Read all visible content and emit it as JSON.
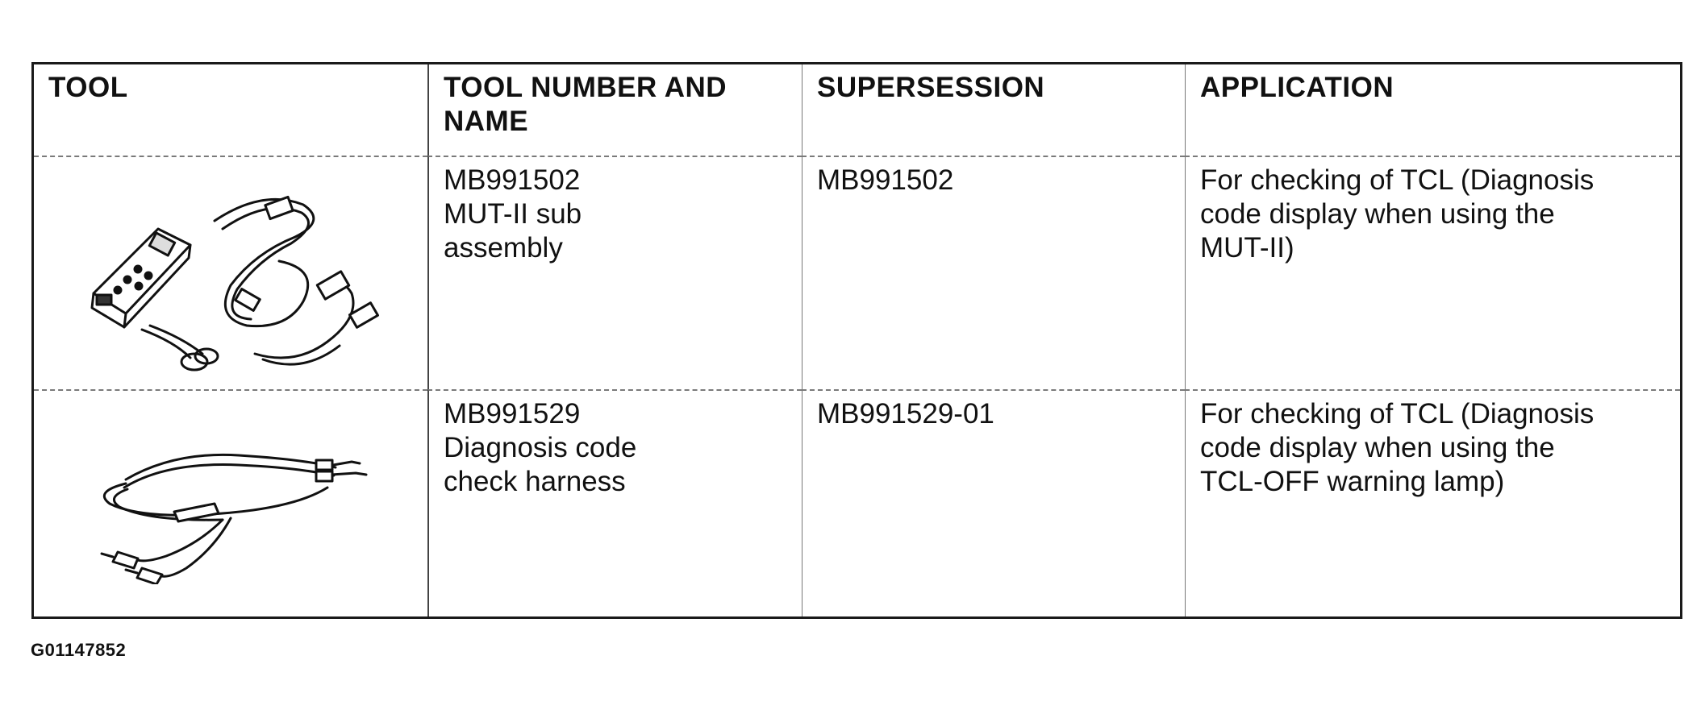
{
  "table": {
    "headers": {
      "tool": "TOOL",
      "number_name": [
        "TOOL NUMBER AND",
        "NAME"
      ],
      "supersession": "SUPERSESSION",
      "application": "APPLICATION"
    },
    "rows": [
      {
        "tool_icon": "mut-ii-scan-tool-icon",
        "number_name": [
          "MB991502",
          "MUT-II sub",
          "assembly"
        ],
        "supersession": "MB991502",
        "application": [
          "For checking of TCL (Diagnosis",
          "code display when using the",
          "MUT-II)"
        ]
      },
      {
        "tool_icon": "check-harness-cable-icon",
        "number_name": [
          "MB991529",
          "Diagnosis code",
          "check harness"
        ],
        "supersession": "MB991529-01",
        "application": [
          "For checking of TCL (Diagnosis",
          "code display when using the",
          "TCL-OFF warning lamp)"
        ]
      }
    ]
  },
  "figure_code": "G01147852"
}
